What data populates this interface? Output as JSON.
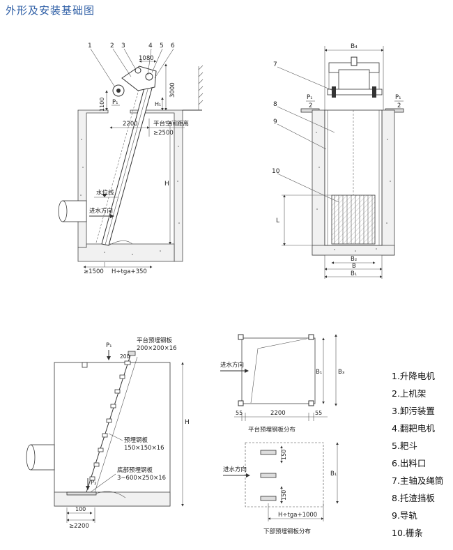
{
  "title": "外形及安装基础图",
  "side_view": {
    "callouts": [
      "1",
      "2",
      "3",
      "4",
      "5",
      "6"
    ],
    "dim_1080": "1080",
    "dim_3000": "3000",
    "dim_1100": "1100",
    "dim_2200": "2200",
    "p1": "P₁",
    "h1": "H₁",
    "platform_space": "平台空间距离",
    "min_2500": "≥2500",
    "water_level": "水位线",
    "inflow": "进水方向",
    "h_label": "H",
    "min_1500": "≥1500",
    "bottom_dim": "H÷tga+350"
  },
  "front_view": {
    "callouts": [
      "7",
      "8",
      "9",
      "10"
    ],
    "b4": "B₄",
    "p1_2_left": "P₁",
    "p1_2_right": "P₁",
    "half": "2",
    "l_label": "L",
    "b2": "B₂",
    "b": "B",
    "b1": "B₁"
  },
  "embed_view": {
    "p1": "P₁",
    "platform_plate_title": "平台预埋钢板",
    "platform_plate_size": "200×200×16",
    "dim_200": "200",
    "embed_plate_title": "预埋钢板",
    "embed_plate_size": "150×150×16",
    "bottom_plate_title": "底部预埋钢板",
    "bottom_plate_size": "3~600×250×16",
    "p2": "P₂",
    "h_label": "H",
    "dim_100": "100",
    "min_2200": "≥2200"
  },
  "platform_layout": {
    "inflow": "进水方向",
    "b1": "B₁",
    "b3": "B₃",
    "dim_55_left": "55",
    "dim_2200": "2200",
    "dim_55_right": "55",
    "caption": "平台预埋钢板分布"
  },
  "bottom_layout": {
    "inflow": "进水方向",
    "dim_150_top": "150",
    "dim_150_bottom": "150",
    "b1": "B₁",
    "dim_bottom": "H÷tga+1000",
    "caption": "下部预埋钢板分布"
  },
  "legend": [
    "1.升降电机",
    "2.上机架",
    "3.卸污装置",
    "4.翻耙电机",
    "5.耙斗",
    "6.出料口",
    "7.主轴及绳筒",
    "8.托渣挡板",
    "9.导轨",
    "10.栅条"
  ]
}
